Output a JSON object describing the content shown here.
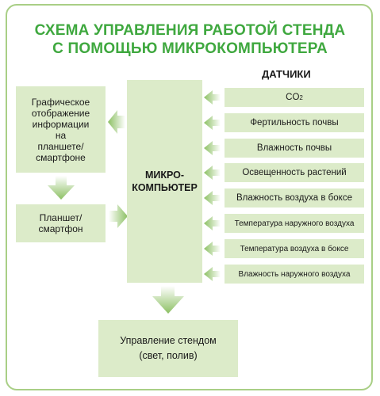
{
  "title": {
    "line1": "СХЕМА УПРАВЛЕНИЯ РАБОТОЙ СТЕНДА",
    "line2": "С ПОМОЩЬЮ МИКРОКОМПЬЮТЕРА"
  },
  "display_box": {
    "lines": [
      "Графическое",
      "отображение",
      "информации",
      "на",
      "планшете/",
      "смартфоне"
    ]
  },
  "tablet_box": {
    "lines": [
      "Планшет/",
      "смартфон"
    ]
  },
  "micro_box": {
    "lines": [
      "МИКРО-",
      "КОМПЬЮТЕР"
    ]
  },
  "control_box": {
    "lines": [
      "Управление стендом",
      "(свет, полив)"
    ]
  },
  "sensors": {
    "heading": "ДАТЧИКИ",
    "co2_main": "CO",
    "co2_sub": "2",
    "items": [
      "Фертильность почвы",
      "Влажность почвы",
      "Освещенность растений",
      "Влажность воздуха в боксе",
      "Температура наружного воздуха",
      "Температура воздуха в боксе",
      "Влажность наружного воздуха"
    ]
  },
  "colors": {
    "title_green": "#3fa83f",
    "box_fill": "#dcebc9",
    "arrow_green": "#a9cf86",
    "frame_border": "#a9cf86"
  }
}
